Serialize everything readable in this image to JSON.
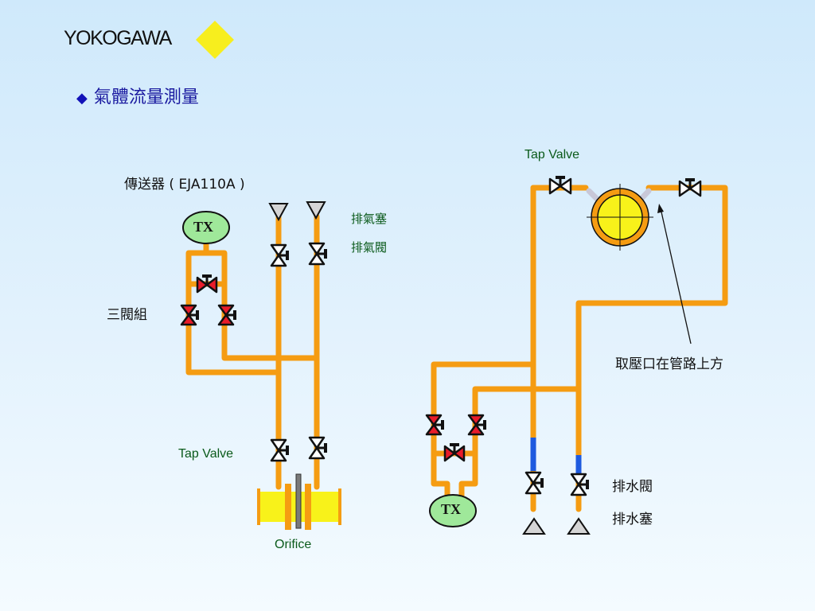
{
  "header": {
    "brand": "YOKOGAWA",
    "brand_color": "#f7ee1e",
    "bullet": "◆",
    "title": "氣體流量測量"
  },
  "left_system": {
    "transmitter_label": "傳送器 ( EJA110A )",
    "tx_text": "TX",
    "manifold_label": "三閥組",
    "vent_plug_label": "排氣塞",
    "vent_valve_label": "排氣閥",
    "tap_valve_label": "Tap Valve",
    "orifice_label": "Orifice"
  },
  "right_system": {
    "tap_valve_label": "Tap Valve",
    "tap_position_note": "取壓口在管路上方",
    "tx_text": "TX",
    "drain_valve_label": "排水閥",
    "drain_plug_label": "排水塞"
  },
  "colors": {
    "pipe": "#f59c12",
    "manifold_valve": "#e81c2a",
    "tx_fill": "#9fe89a",
    "process_pipe": "#f8f21a",
    "water": "#1e5adf"
  }
}
